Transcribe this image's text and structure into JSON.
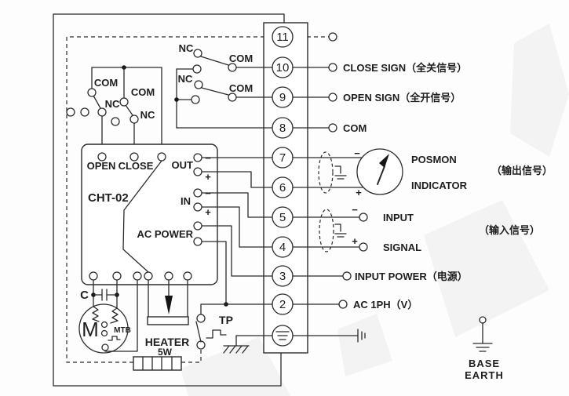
{
  "controller": {
    "model": "CHT-02",
    "open_label": "OPEN",
    "close_label": "CLOSE",
    "out_label": "OUT",
    "in_label": "IN",
    "ac_power_label": "AC POWER",
    "out_minus": "−",
    "out_plus": "+",
    "in_minus": "−",
    "in_plus": "+"
  },
  "cam_switches": {
    "com_left": "COM",
    "com_right": "COM",
    "nc_left": "NC",
    "nc_right": "NC"
  },
  "aux_switches": {
    "nc_top": "NC",
    "com_top": "COM",
    "nc_bottom": "NC",
    "com_bottom": "COM"
  },
  "terminals": {
    "t11": "11",
    "t10": "10",
    "t9": "9",
    "t8": "8",
    "t7": "7",
    "t6": "6",
    "t5": "5",
    "t4": "4",
    "t3": "3",
    "t2": "2"
  },
  "annotations": {
    "close_sign": "CLOSE SIGN（全关信号）",
    "open_sign": "OPEN SIGN（全开信号）",
    "com": "COM",
    "posmon": "POSMON",
    "indicator": "INDICATOR",
    "output_signal": "（输出信号）",
    "meter_minus": "−",
    "meter_plus": "+",
    "input": "INPUT",
    "signal": "SIGNAL",
    "input_minus": "−",
    "input_plus": "+",
    "input_signal": "（输入信号）",
    "input_power": "INPUT POWER（电源）",
    "ac_1ph": "AC 1PH（V）",
    "base": "BASE",
    "earth": "EARTH"
  },
  "motor": {
    "symbol": "M",
    "mtb": "MTB",
    "capacitor": "C"
  },
  "heater": {
    "label": "HEATER",
    "rating": "5W"
  },
  "thermal_protector": {
    "label": "TP"
  }
}
